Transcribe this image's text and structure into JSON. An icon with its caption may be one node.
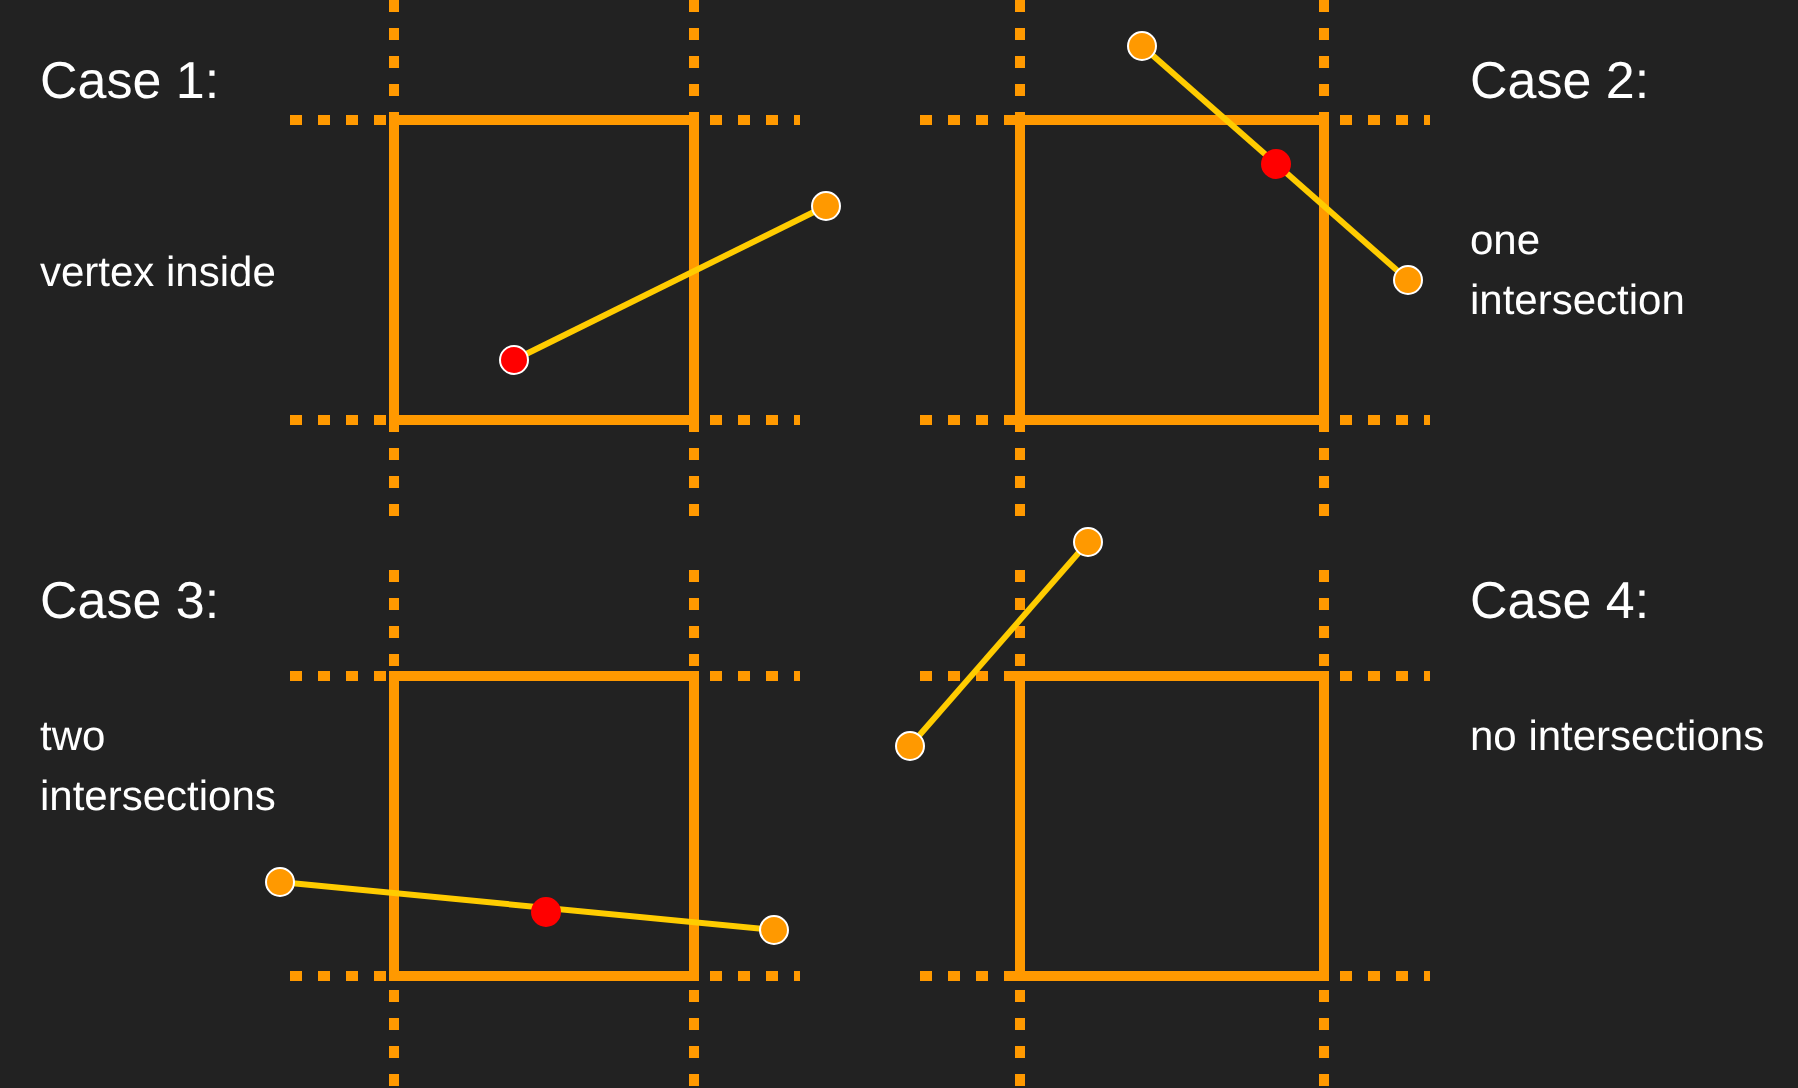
{
  "diagram": {
    "labels": [
      "Case 1:",
      "Case 2:",
      "vertex inside",
      "one intersection",
      "Case 3:",
      "Case 4:",
      "two intersections",
      "no intersections"
    ]
  }
}
